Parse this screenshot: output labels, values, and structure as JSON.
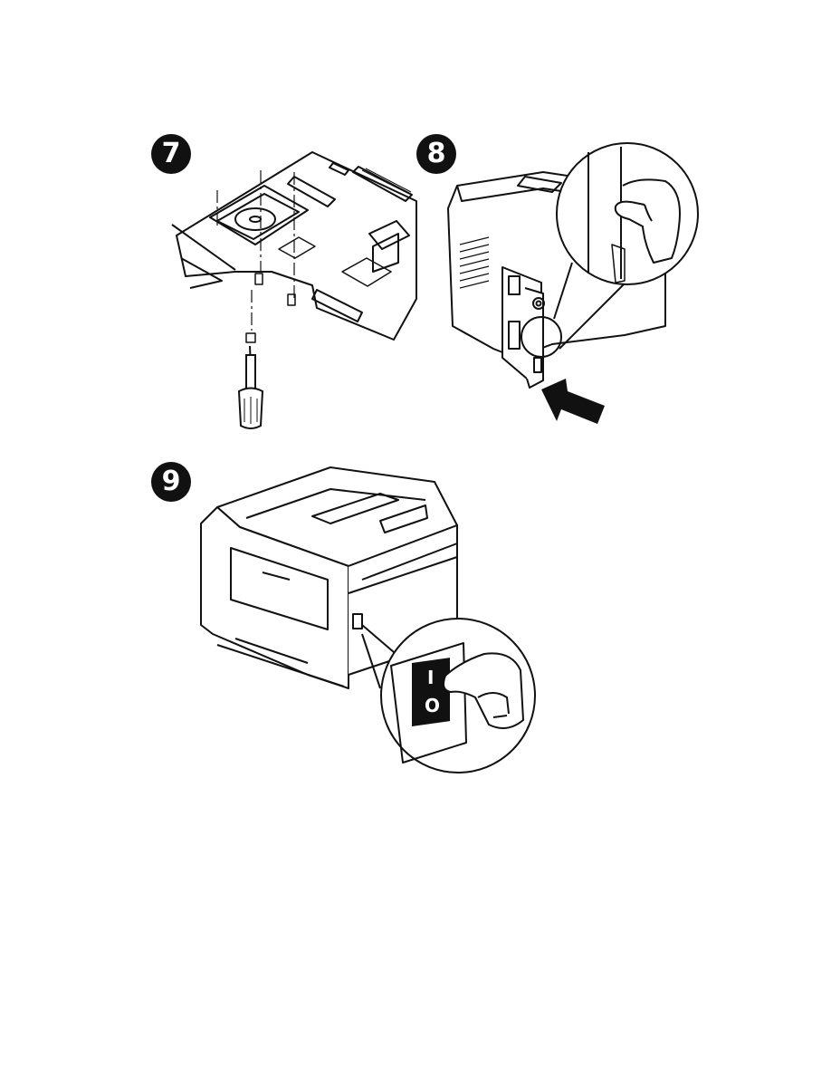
{
  "steps": [
    {
      "number": "7",
      "illustration": "hard-drive-screw-install"
    },
    {
      "number": "8",
      "illustration": "controller-board-insert"
    },
    {
      "number": "9",
      "illustration": "power-switch-on"
    }
  ],
  "switch": {
    "on_symbol": "I",
    "off_symbol": "O"
  },
  "colors": {
    "ink": "#111111",
    "paper": "#ffffff"
  }
}
